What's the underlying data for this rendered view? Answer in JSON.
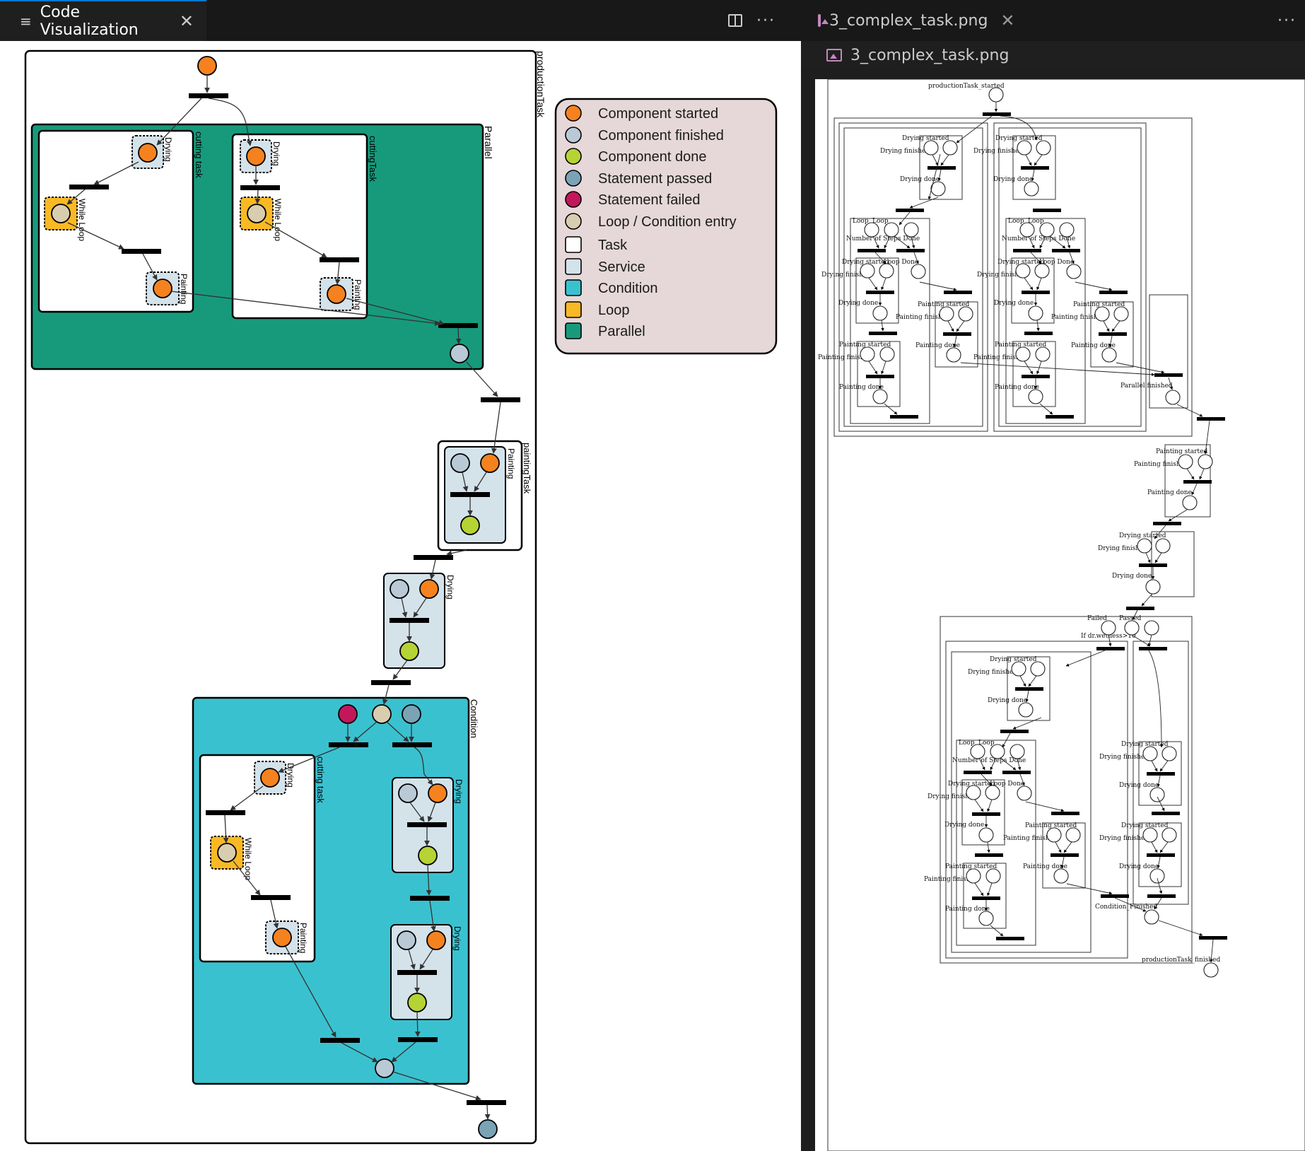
{
  "left_tab": {
    "icon": "preview-icon",
    "title": "Code Visualization"
  },
  "right_tab": {
    "title": "3_complex_task.png"
  },
  "breadcrumb": {
    "title": "3_complex_task.png"
  },
  "diagram": {
    "labels": {
      "production": "productionTask",
      "parallel": "Parallel",
      "cutting1": "cutting task",
      "cutting2": "cuttingTask",
      "cutting3": "cutting task",
      "drying1": "Drying",
      "drying2": "Drying",
      "drying3": "Drying",
      "drying4": "Drying",
      "drying5": "Drying",
      "drying6": "Drying",
      "while1": "While Loop",
      "while2": "While Loop",
      "while3": "While Loop",
      "painting1": "Painting",
      "painting2": "Painting",
      "painting3": "Painting",
      "painting4": "Painting",
      "paintingTask": "paintingTask",
      "condition": "Condition"
    },
    "legend": [
      {
        "label": "Component started",
        "kind": "circle",
        "color": "#f5821f"
      },
      {
        "label": "Component finished",
        "kind": "circle",
        "color": "#b9c9d6"
      },
      {
        "label": "Component done",
        "kind": "circle",
        "color": "#b5d334"
      },
      {
        "label": "Statement passed",
        "kind": "circle",
        "color": "#7aa3b6"
      },
      {
        "label": "Statement failed",
        "kind": "circle",
        "color": "#c2185b"
      },
      {
        "label": "Loop / Condition entry",
        "kind": "circle",
        "color": "#d9cdb0"
      },
      {
        "label": "Task",
        "kind": "square",
        "color": "#ffffff"
      },
      {
        "label": "Service",
        "kind": "square",
        "color": "#d4e2ea"
      },
      {
        "label": "Condition",
        "kind": "square",
        "color": "#3ac1cf"
      },
      {
        "label": "Loop",
        "kind": "square",
        "color": "#f9b924"
      },
      {
        "label": "Parallel",
        "kind": "square",
        "color": "#179a7c"
      }
    ]
  },
  "png_labels": {
    "start": "productionTask_started",
    "drying_started": "Drying started",
    "drying_finished": "Drying finished",
    "drying_done": "Drying done",
    "loop": "Loop",
    "steps_done": "Number of Steps Done",
    "loop_done": "Loop Done",
    "painting_started": "Painting started",
    "painting_finished": "Painting finished",
    "painting_done": "Painting done",
    "parallel_finished": "Parallel finished",
    "failed": "Failed",
    "passed": "Passed",
    "condition_expr": "If dr.wetness>10",
    "condition_finished": "Condition_Finished",
    "end": "productionTask_finished"
  },
  "colors": {
    "started": "#f5821f",
    "finished": "#b9c9d6",
    "done": "#b5d334",
    "passed": "#7aa3b6",
    "failed": "#c2185b",
    "entry": "#d9cdb0",
    "service": "#d4e2ea",
    "condition": "#3ac1cf",
    "loop": "#f9b924",
    "parallel": "#179a7c",
    "legend_bg": "#e6d8d8"
  }
}
